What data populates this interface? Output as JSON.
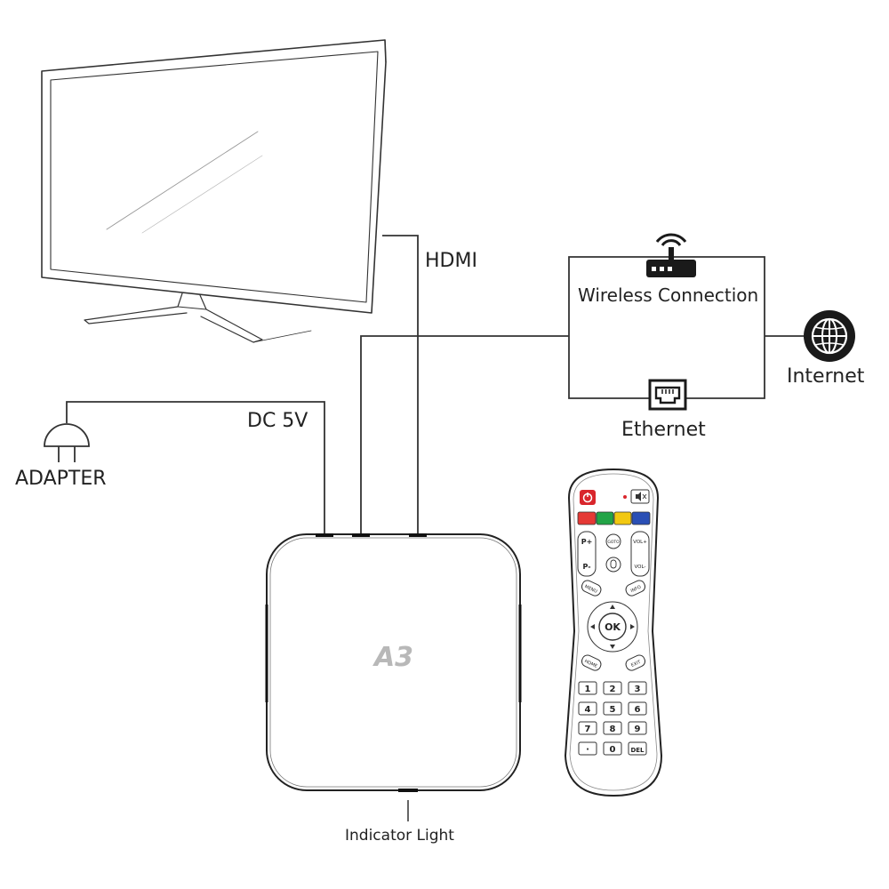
{
  "labels": {
    "hdmi": "HDMI",
    "wireless": "Wireless Connection",
    "internet": "Internet",
    "ethernet": "Ethernet",
    "dc": "DC 5V",
    "adapter": "ADAPTER",
    "indicator": "Indicator Light"
  },
  "box": {
    "brand": "A3"
  },
  "remote": {
    "buttons": {
      "p_plus": "P+",
      "p_minus": "P-",
      "goto": "GOTO",
      "vol_plus": "VOL+",
      "vol_minus": "VOL-",
      "menu": "MENU",
      "info": "INFO",
      "ok": "OK",
      "home": "HOME",
      "exit": "EXIT"
    },
    "keypad": [
      "1",
      "2",
      "3",
      "4",
      "5",
      "6",
      "7",
      "8",
      "9",
      "·",
      "0",
      "DEL"
    ],
    "colors": [
      "#e53935",
      "#22a447",
      "#f2c811",
      "#2a4fb5"
    ],
    "power_color": "#d9262c",
    "led_color": "#d9262c"
  }
}
